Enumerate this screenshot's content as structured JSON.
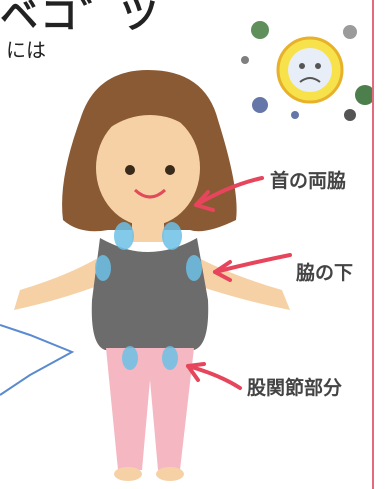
{
  "title_fragment": "ベコ゛ツ",
  "subtitle_fragment": "には",
  "labels": {
    "neck": "首の両脇",
    "armpit": "脇の下",
    "groin": "股関節部分"
  },
  "colors": {
    "hair": "#8a5a34",
    "skin": "#f6d1a6",
    "shirt": "#6c6c6c",
    "pants": "#f5b8c2",
    "highlight": "#6cbfe6",
    "arrow": "#e6455c",
    "accent_rule": "#e36a7f"
  },
  "icons": [
    "germ-cluster-illustration",
    "speech-bubble-tail"
  ]
}
